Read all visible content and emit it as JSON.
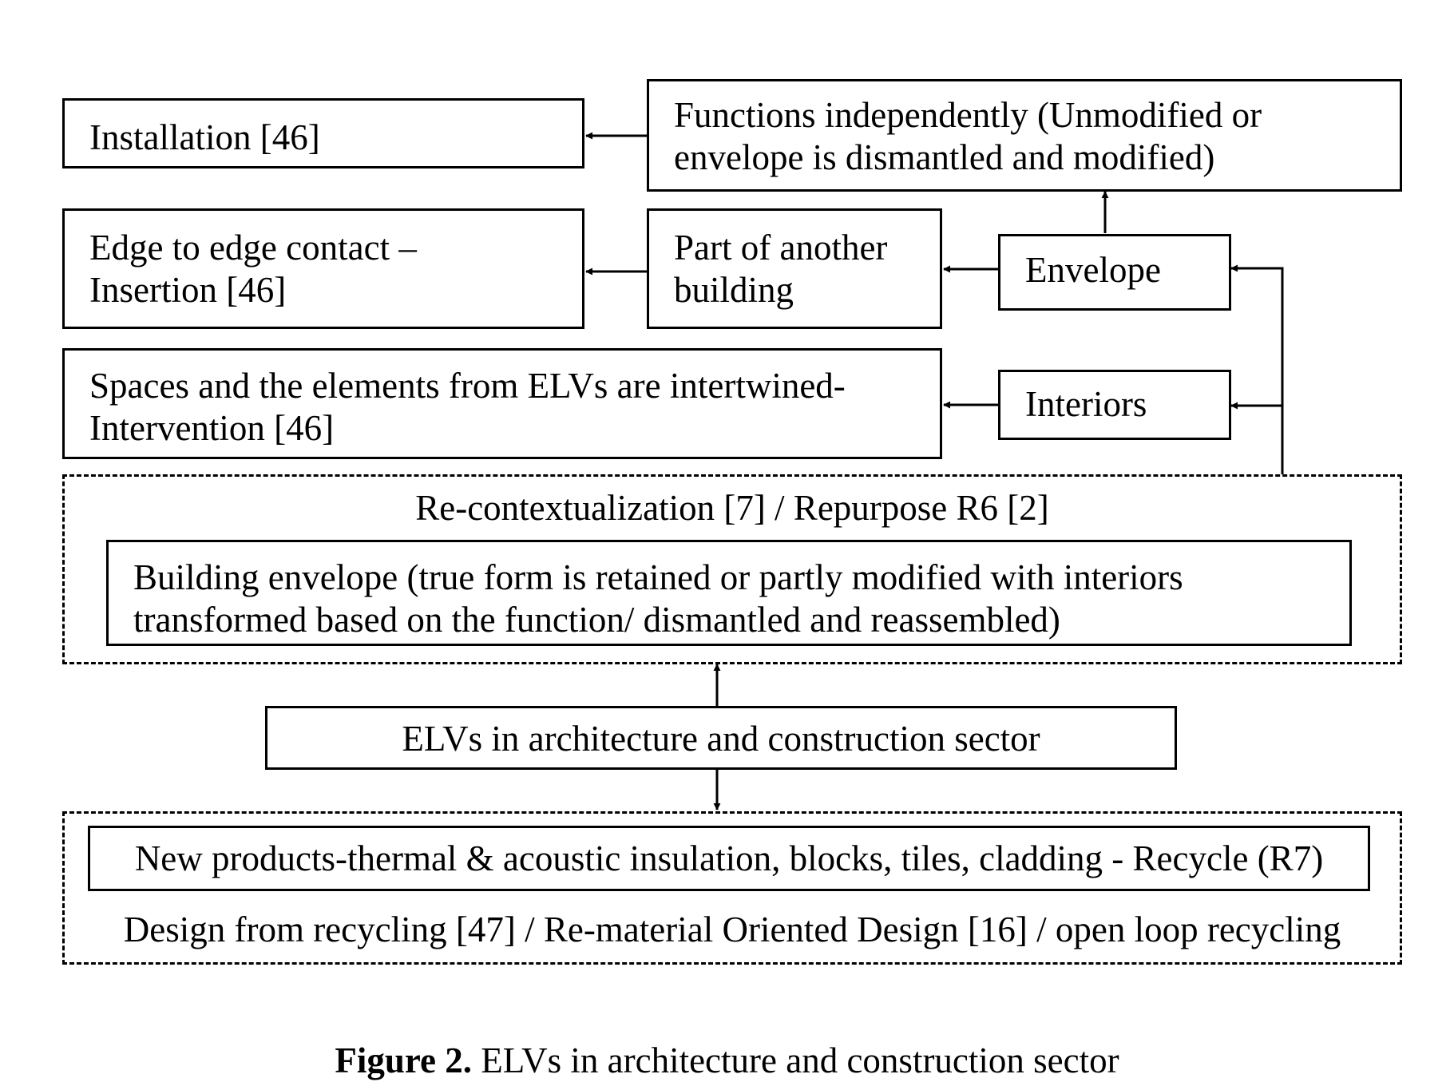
{
  "boxes": {
    "installation": "Installation [46]",
    "functions_independently": [
      "Functions independently (Unmodified or",
      "envelope is dismantled and modified)"
    ],
    "edge_to_edge": [
      "Edge to edge contact –",
      "Insertion [46]"
    ],
    "part_of_another": [
      "Part of another",
      "building"
    ],
    "envelope": "Envelope",
    "spaces_intertwined": [
      "Spaces and the elements from ELVs are intertwined-",
      "Intervention [46]"
    ],
    "interiors": "Interiors",
    "building_envelope": [
      "Building envelope (true form is retained or partly modified with interiors",
      "transformed based on the function/ dismantled and reassembled)"
    ],
    "elvs_sector": "ELVs in architecture and construction sector",
    "new_products": "New products-thermal & acoustic insulation, blocks, tiles, cladding - Recycle (R7)"
  },
  "groups": {
    "recontextualization": "Re-contextualization [7] / Repurpose R6 [2]",
    "design_from_recycling": "Design from recycling [47] / Re-material Oriented Design [16] / open loop recycling"
  },
  "caption": {
    "label": "Figure 2.",
    "text": "ELVs in architecture and construction sector"
  }
}
